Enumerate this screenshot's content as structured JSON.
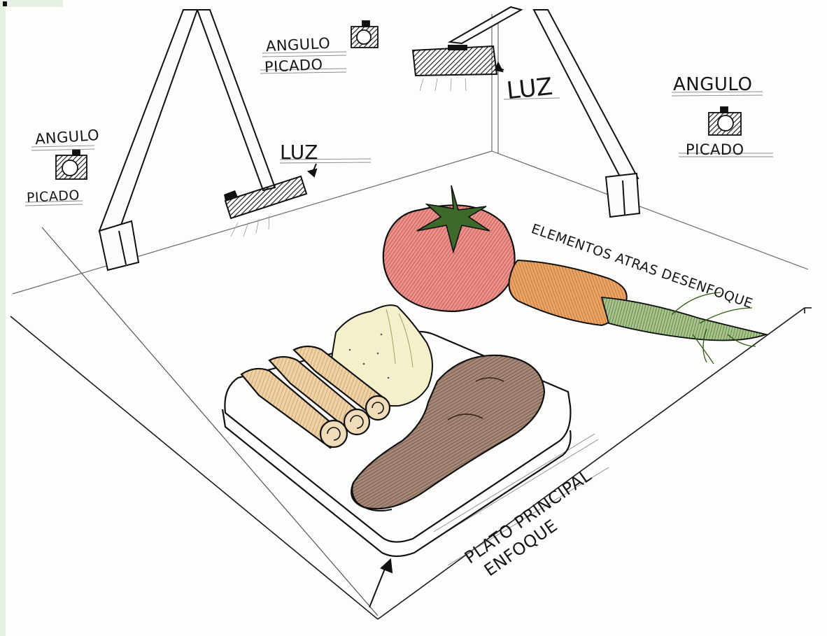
{
  "labels": {
    "angulo_left": "ANGULO",
    "picado_left": "PICADO",
    "angulo_top": "ANGULO",
    "picado_top": "PICADO",
    "luz_left": "LUZ",
    "luz_top": "LUZ",
    "angulo_right": "ANGULO",
    "picado_right": "PICADO",
    "elementos": "ELEMENTOS ATRAS DESENFOQUE",
    "plato_principal": "PLATO PRINCIPAL",
    "enfoque": "ENFOQUE"
  },
  "colors": {
    "ink": "#161616",
    "tomato": "#d96a66",
    "carrot": "#d98a45",
    "leaves": "#5d8a3a",
    "meat": "#8a6a58",
    "rolls": "#e2b98a",
    "puree": "#f4efc9",
    "paper": "#fdfdfc"
  },
  "icons": {
    "camera": "camera-icon",
    "light": "light-box-icon",
    "arrow": "arrow-icon"
  }
}
